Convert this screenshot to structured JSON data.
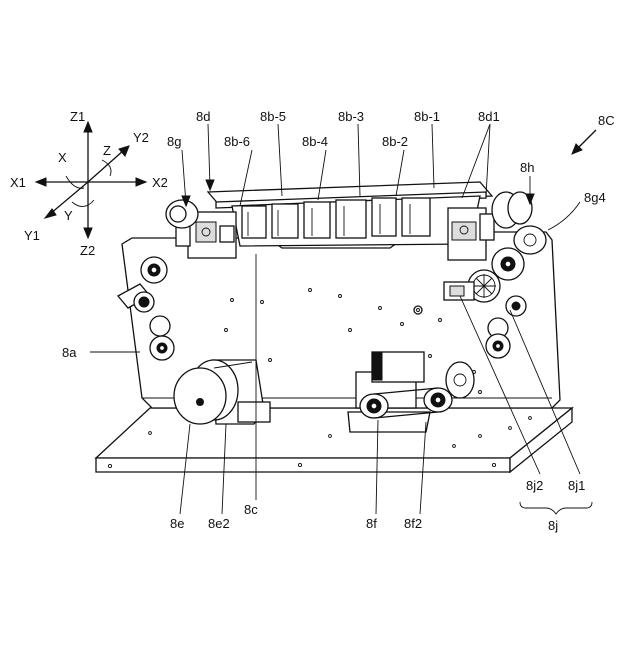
{
  "figure_label": "8C",
  "axes": {
    "z1": "Z1",
    "z2": "Z2",
    "y1": "Y1",
    "y2": "Y2",
    "x1": "X1",
    "x2": "X2",
    "x": "X",
    "y": "Y",
    "z": "Z"
  },
  "labels": {
    "l8a": "8a",
    "l8b1": "8b-1",
    "l8b2": "8b-2",
    "l8b3": "8b-3",
    "l8b4": "8b-4",
    "l8b5": "8b-5",
    "l8b6": "8b-6",
    "l8c": "8c",
    "l8d": "8d",
    "l8d1": "8d1",
    "l8e": "8e",
    "l8e2": "8e2",
    "l8f": "8f",
    "l8f2": "8f2",
    "l8g": "8g",
    "l8g4": "8g4",
    "l8h": "8h",
    "l8j": "8j",
    "l8j1": "8j1",
    "l8j2": "8j2"
  }
}
